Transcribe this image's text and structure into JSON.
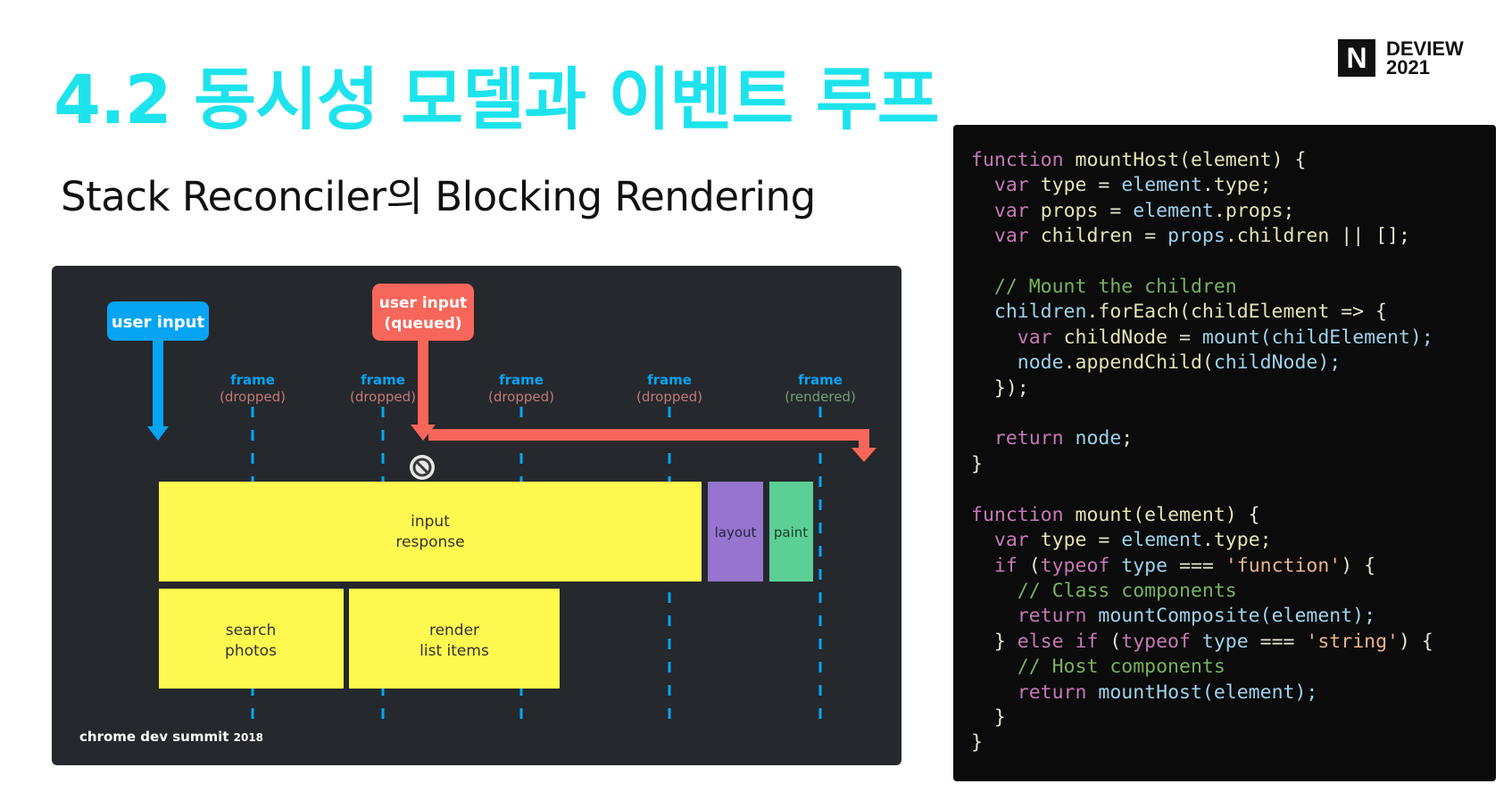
{
  "slide": {
    "title": "4.2 동시성 모델과 이벤트 루프",
    "subtitle": "Stack Reconciler의 Blocking Rendering",
    "logo": {
      "mark": "N",
      "line1": "DEVIEW",
      "line2": "2021"
    },
    "colors": {
      "title": "#1ee3ec",
      "diagram_bg": "#25282c",
      "code_bg": "#0b0b0b"
    }
  },
  "diagram": {
    "user_input": "user input",
    "user_input_queued_line1": "user input",
    "user_input_queued_line2": "(queued)",
    "frames": [
      {
        "label": "frame",
        "status": "(dropped)"
      },
      {
        "label": "frame",
        "status": "(dropped)"
      },
      {
        "label": "frame",
        "status": "(dropped)"
      },
      {
        "label": "frame",
        "status": "(dropped)"
      },
      {
        "label": "frame",
        "status": "(rendered)"
      }
    ],
    "blocks": {
      "input_response_line1": "input",
      "input_response_line2": "response",
      "layout": "layout",
      "paint": "paint",
      "search_line1": "search",
      "search_line2": "photos",
      "render_line1": "render",
      "render_line2": "list items"
    },
    "footer": "chrome dev summit",
    "footer_year": "2018",
    "colors": {
      "blue": "#08a4f4",
      "red": "#f6665a",
      "yellow": "#fef94e",
      "purple": "#9575cd",
      "green": "#5ccf96",
      "dropped": "#c27a7a",
      "rendered": "#6fa07a"
    }
  },
  "code": {
    "lines": [
      [
        [
          "kw",
          "function"
        ],
        [
          "pl",
          " "
        ],
        [
          "fn",
          "mountHost(element)"
        ],
        [
          "pl",
          " {"
        ]
      ],
      [
        [
          "pl",
          "  "
        ],
        [
          "kw",
          "var"
        ],
        [
          "pl",
          " "
        ],
        [
          "fn",
          "type"
        ],
        [
          "pl",
          " = "
        ],
        [
          "id",
          "element"
        ],
        [
          "fn",
          ".type;"
        ]
      ],
      [
        [
          "pl",
          "  "
        ],
        [
          "kw",
          "var"
        ],
        [
          "pl",
          " "
        ],
        [
          "fn",
          "props"
        ],
        [
          "pl",
          " = "
        ],
        [
          "id",
          "element"
        ],
        [
          "fn",
          ".props;"
        ]
      ],
      [
        [
          "pl",
          "  "
        ],
        [
          "kw",
          "var"
        ],
        [
          "pl",
          " "
        ],
        [
          "fn",
          "children"
        ],
        [
          "pl",
          " = "
        ],
        [
          "id",
          "props"
        ],
        [
          "fn",
          ".children"
        ],
        [
          "pl",
          " || [];"
        ]
      ],
      [
        [
          "pl",
          ""
        ]
      ],
      [
        [
          "pl",
          "  "
        ],
        [
          "cm",
          "// Mount the children"
        ]
      ],
      [
        [
          "pl",
          "  "
        ],
        [
          "id",
          "children"
        ],
        [
          "fn",
          ".forEach(childElement"
        ],
        [
          "pl",
          " => {"
        ]
      ],
      [
        [
          "pl",
          "    "
        ],
        [
          "kw",
          "var"
        ],
        [
          "pl",
          " "
        ],
        [
          "fn",
          "childNode"
        ],
        [
          "pl",
          " = "
        ],
        [
          "id",
          "mount(childElement);"
        ]
      ],
      [
        [
          "pl",
          "    "
        ],
        [
          "id",
          "node"
        ],
        [
          "fn",
          ".appendChild("
        ],
        [
          "id",
          "childNode);"
        ]
      ],
      [
        [
          "pl",
          "  });"
        ]
      ],
      [
        [
          "pl",
          ""
        ]
      ],
      [
        [
          "pl",
          "  "
        ],
        [
          "kw",
          "return"
        ],
        [
          "pl",
          " "
        ],
        [
          "id",
          "node"
        ],
        [
          "pl",
          ";"
        ]
      ],
      [
        [
          "pl",
          "}"
        ]
      ],
      [
        [
          "pl",
          ""
        ]
      ],
      [
        [
          "kw",
          "function"
        ],
        [
          "pl",
          " "
        ],
        [
          "fn",
          "mount(element)"
        ],
        [
          "pl",
          " {"
        ]
      ],
      [
        [
          "pl",
          "  "
        ],
        [
          "kw",
          "var"
        ],
        [
          "pl",
          " "
        ],
        [
          "fn",
          "type"
        ],
        [
          "pl",
          " = "
        ],
        [
          "id",
          "element"
        ],
        [
          "fn",
          ".type;"
        ]
      ],
      [
        [
          "pl",
          "  "
        ],
        [
          "kw",
          "if"
        ],
        [
          "pl",
          " ("
        ],
        [
          "kw",
          "typeof"
        ],
        [
          "pl",
          " "
        ],
        [
          "id",
          "type"
        ],
        [
          "pl",
          " === "
        ],
        [
          "st",
          "'function'"
        ],
        [
          "pl",
          ") {"
        ]
      ],
      [
        [
          "pl",
          "    "
        ],
        [
          "cm",
          "// Class components"
        ]
      ],
      [
        [
          "pl",
          "    "
        ],
        [
          "kw",
          "return"
        ],
        [
          "pl",
          " "
        ],
        [
          "id",
          "mountComposite(element);"
        ]
      ],
      [
        [
          "pl",
          "  } "
        ],
        [
          "kw",
          "else if"
        ],
        [
          "pl",
          " ("
        ],
        [
          "kw",
          "typeof"
        ],
        [
          "pl",
          " "
        ],
        [
          "id",
          "type"
        ],
        [
          "pl",
          " === "
        ],
        [
          "st",
          "'string'"
        ],
        [
          "pl",
          ") {"
        ]
      ],
      [
        [
          "pl",
          "    "
        ],
        [
          "cm",
          "// Host components"
        ]
      ],
      [
        [
          "pl",
          "    "
        ],
        [
          "kw",
          "return"
        ],
        [
          "pl",
          " "
        ],
        [
          "id",
          "mountHost(element);"
        ]
      ],
      [
        [
          "pl",
          "  }"
        ]
      ],
      [
        [
          "pl",
          "}"
        ]
      ]
    ]
  }
}
